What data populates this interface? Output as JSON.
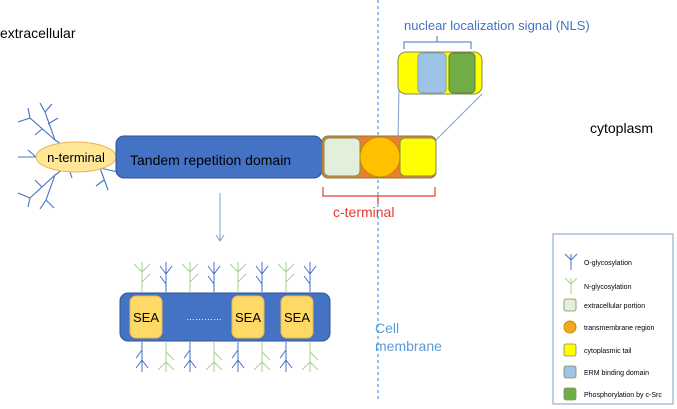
{
  "labels": {
    "extracellular": "extracellular",
    "cytoplasm": "cytoplasm",
    "nls": "nuclear localization signal (NLS)",
    "n_terminal": "n-terminal",
    "tandem": "Tandem repetition domain",
    "c_terminal": "c-terminal",
    "sea_1": "SEA",
    "sea_2": "SEA",
    "sea_3": "SEA",
    "dots": "…………",
    "cell_membrane_1": "Cell",
    "cell_membrane_2": "membrane"
  },
  "legend": {
    "items": [
      {
        "label": "O-glycosylation",
        "icon": "o-glycan-icon"
      },
      {
        "label": "N-glycosylation",
        "icon": "n-glycan-icon"
      },
      {
        "label": "extracellular portion",
        "icon": "extracellular-portion-swatch",
        "color": "#e2efda"
      },
      {
        "label": "transmembrane region",
        "icon": "transmembrane-region-swatch",
        "color": "#f5a623"
      },
      {
        "label": "cytoplasmic tail",
        "icon": "cytoplasmic-tail-swatch",
        "color": "#ffff00"
      },
      {
        "label": "ERM binding domain",
        "icon": "erm-binding-swatch",
        "color": "#9dc3e6"
      },
      {
        "label": "Phosphorylation by c-Src",
        "icon": "phosphorylation-swatch",
        "color": "#70ad47"
      }
    ]
  },
  "colors": {
    "domain_blue": "#4472c4",
    "domain_border": "#2f528f",
    "o_glycan": "#4472c4",
    "n_glycan": "#a9d18e",
    "c_terminal_red": "#e53935",
    "membrane_line": "#5b9bd5",
    "n_terminal_fill": "#ffe699",
    "sea_fill": "#ffd966",
    "orange_block": "#ed7d31"
  }
}
